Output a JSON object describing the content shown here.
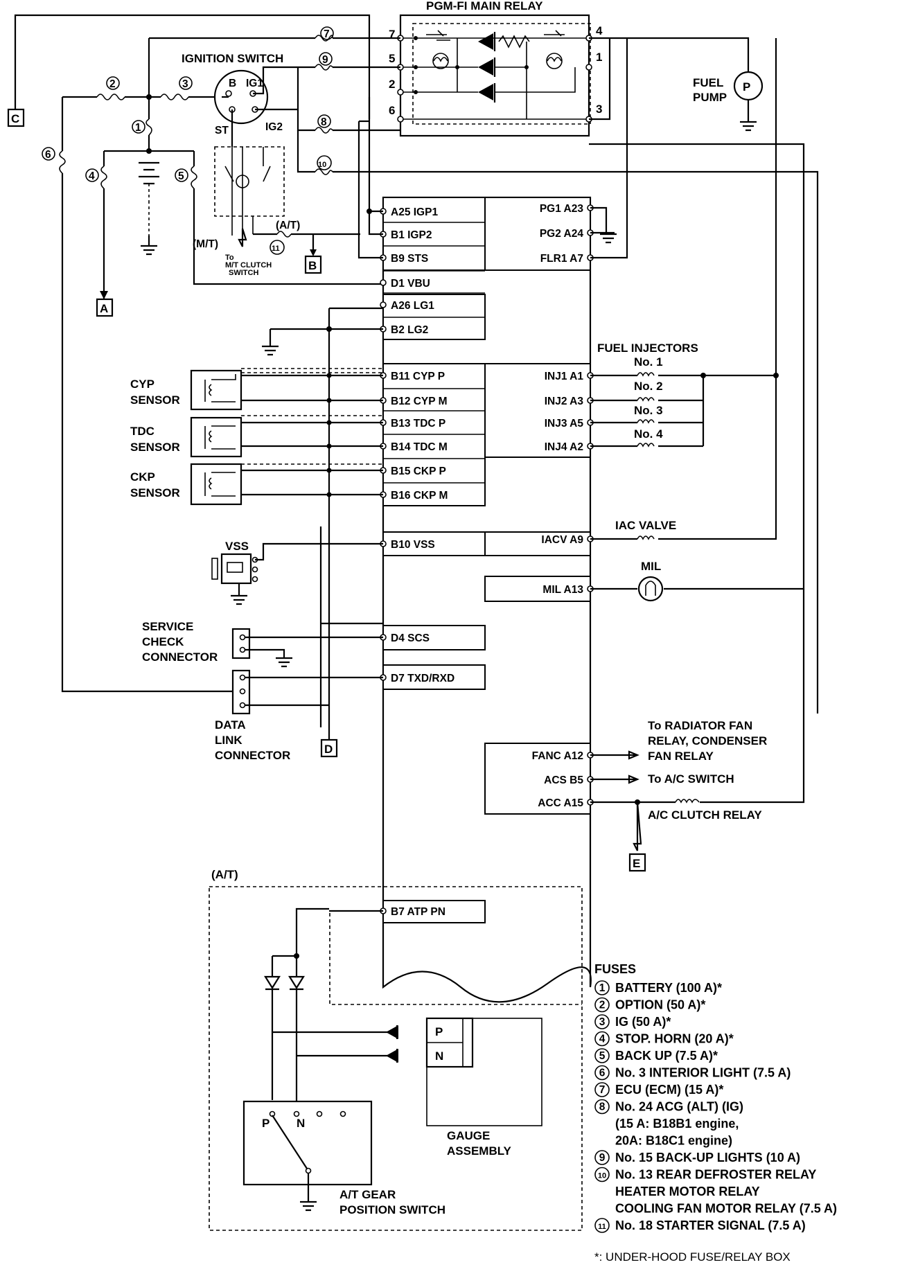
{
  "relay": {
    "title": "PGM-FI MAIN RELAY",
    "pins": {
      "p7": "7",
      "p5": "5",
      "p2": "2",
      "p6": "6",
      "p4": "4",
      "p1": "1",
      "p3": "3"
    }
  },
  "ignition": {
    "title": "IGNITION SWITCH",
    "b": "B",
    "ig1": "IG1",
    "st": "ST",
    "ig2": "IG2"
  },
  "fuel_pump": {
    "line1": "FUEL",
    "line2": "PUMP",
    "symbol": "P"
  },
  "connectors": {
    "a": "A",
    "b": "B",
    "c": "C",
    "d": "D",
    "e": "E"
  },
  "fuse_nums": {
    "f1": "1",
    "f2": "2",
    "f3": "3",
    "f4": "4",
    "f5": "5",
    "f6": "6",
    "f7": "7",
    "f8": "8",
    "f9": "9",
    "f10": "10",
    "f11": "11"
  },
  "labels": {
    "mt": "(M/T)",
    "at": "(A/T)",
    "to_mt_1": "To",
    "to_mt_2": "M/T CLUTCH",
    "to_mt_3": "SWITCH",
    "cyp_1": "CYP",
    "cyp_2": "SENSOR",
    "tdc_1": "TDC",
    "tdc_2": "SENSOR",
    "ckp_1": "CKP",
    "ckp_2": "SENSOR",
    "vss": "VSS",
    "scc_1": "SERVICE",
    "scc_2": "CHECK",
    "scc_3": "CONNECTOR",
    "dlc_1": "DATA",
    "dlc_2": "LINK",
    "dlc_3": "CONNECTOR",
    "fuel_inj": "FUEL INJECTORS",
    "inj_no1": "No. 1",
    "inj_no2": "No. 2",
    "inj_no3": "No. 3",
    "inj_no4": "No. 4",
    "iac": "IAC VALVE",
    "mil": "MIL",
    "fanc_1": "To RADIATOR FAN",
    "fanc_2": "RELAY, CONDENSER",
    "fanc_3": "FAN RELAY",
    "acs_to": "To A/C SWITCH",
    "ac_clutch": "A/C CLUTCH RELAY",
    "at_box": "(A/T)",
    "gauge_1": "GAUGE",
    "gauge_2": "ASSEMBLY",
    "gear_1": "A/T GEAR",
    "gear_2": "POSITION SWITCH",
    "gp": "P",
    "gn": "N",
    "sp": "P",
    "sn": "N"
  },
  "ecm_left": [
    {
      "pin": "A25",
      "name": "IGP1"
    },
    {
      "pin": "B1",
      "name": "IGP2"
    },
    {
      "pin": "B9",
      "name": "STS"
    },
    {
      "pin": "D1",
      "name": "VBU"
    },
    {
      "pin": "A26",
      "name": "LG1"
    },
    {
      "pin": "B2",
      "name": "LG2"
    },
    {
      "pin": "B11",
      "name": "CYP P"
    },
    {
      "pin": "B12",
      "name": "CYP M"
    },
    {
      "pin": "B13",
      "name": "TDC P"
    },
    {
      "pin": "B14",
      "name": "TDC M"
    },
    {
      "pin": "B15",
      "name": "CKP P"
    },
    {
      "pin": "B16",
      "name": "CKP M"
    },
    {
      "pin": "B10",
      "name": "VSS"
    },
    {
      "pin": "D4",
      "name": "SCS"
    },
    {
      "pin": "D7",
      "name": "TXD/RXD"
    },
    {
      "pin": "B7",
      "name": "ATP  PN"
    }
  ],
  "ecm_right": [
    {
      "name": "PG1",
      "pin": "A23"
    },
    {
      "name": "PG2",
      "pin": "A24"
    },
    {
      "name": "FLR1",
      "pin": "A7"
    },
    {
      "name": "INJ1",
      "pin": "A1"
    },
    {
      "name": "INJ2",
      "pin": "A3"
    },
    {
      "name": "INJ3",
      "pin": "A5"
    },
    {
      "name": "INJ4",
      "pin": "A2"
    },
    {
      "name": "IACV",
      "pin": "A9"
    },
    {
      "name": "MIL",
      "pin": "A13"
    },
    {
      "name": "FANC",
      "pin": "A12"
    },
    {
      "name": "ACS",
      "pin": "B5"
    },
    {
      "name": "ACC",
      "pin": "A15"
    }
  ],
  "fuses": {
    "title": "FUSES",
    "items": [
      "BATTERY (100 A)*",
      "OPTION (50 A)*",
      "IG (50 A)*",
      "STOP. HORN (20 A)*",
      "BACK UP (7.5 A)*",
      "No. 3 INTERIOR LIGHT (7.5 A)",
      "ECU (ECM) (15 A)*",
      "No. 24 ACG (ALT) (IG)",
      "No. 15 BACK-UP LIGHTS (10 A)",
      "No. 13 REAR DEFROSTER RELAY",
      "No. 18 STARTER SIGNAL (7.5 A)"
    ],
    "item8_line2": "(15 A: B18B1 engine,",
    "item8_line3": "20A: B18C1 engine)",
    "item10_line2": "HEATER MOTOR RELAY",
    "item10_line3": "COOLING FAN MOTOR RELAY (7.5 A)",
    "footnote": "*: UNDER-HOOD FUSE/RELAY BOX"
  }
}
